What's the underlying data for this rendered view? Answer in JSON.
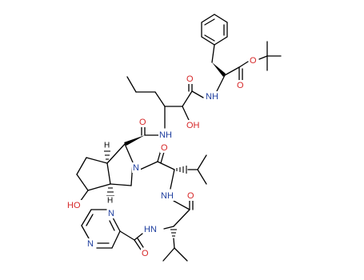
{
  "colors": {
    "bond": "#000000",
    "oxygen": "#d62728",
    "nitrogen": "#1f3f9f",
    "hydrogen": "#000000"
  },
  "atom_labels": {
    "ester_o_single": "O",
    "ester_o_double": "O",
    "amide1_nh": "NH",
    "amide1_o": "O",
    "hydroxy_oh": "OH",
    "amide2_nh": "NH",
    "amide2_o": "O",
    "ring_n": "N",
    "amide3_o": "O",
    "val_nh": "NH",
    "amide4_o": "O",
    "ring_oh": "HO",
    "stereo_h_top": "H",
    "stereo_h_bottom": "H",
    "pyz_amide_nh": "HN",
    "pyz_amide_o": "O",
    "pyrazine_n1": "N",
    "pyrazine_n2": "N"
  }
}
